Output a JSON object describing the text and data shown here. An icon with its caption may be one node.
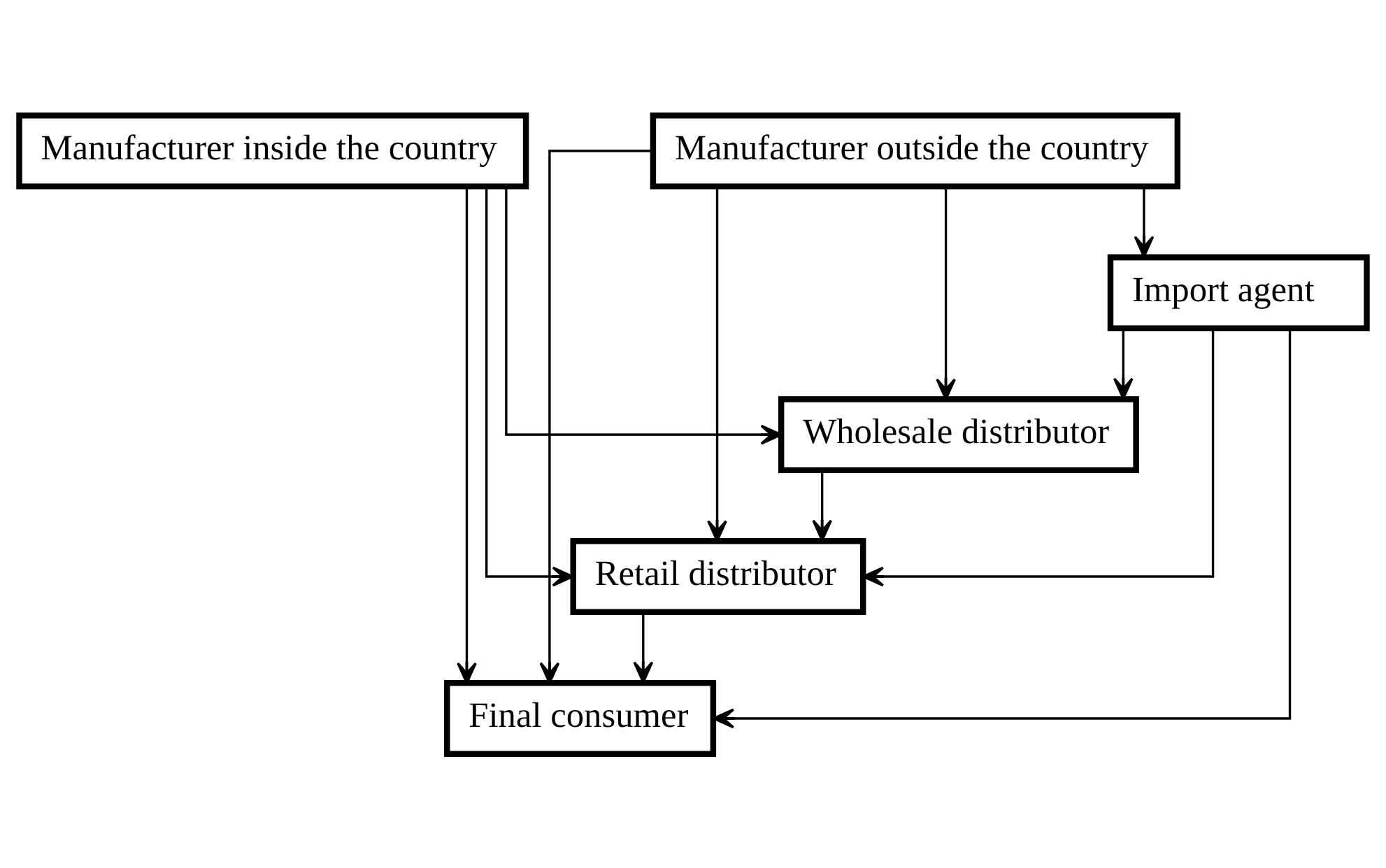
{
  "diagram": {
    "nodes": [
      {
        "text": [
          "Manufacturer inside the country"
        ]
      },
      {
        "text": [
          "Manufacturer outside the country"
        ]
      },
      {
        "text": [
          "Import agent"
        ]
      },
      {
        "text": [
          "Wholesale distributor"
        ]
      },
      {
        "text": [
          "Retail distributor"
        ]
      },
      {
        "text": [
          "Final consumer"
        ]
      }
    ],
    "edges": [
      {
        "from": 1,
        "to": 2,
        "arrow": "to"
      },
      {
        "from": 1,
        "to": 3,
        "arrow": "to"
      },
      {
        "from": 0,
        "to": 3,
        "arrow": "to"
      },
      {
        "from": 2,
        "to": 3,
        "arrow": "to"
      },
      {
        "from": 3,
        "to": 4,
        "arrow": "to"
      },
      {
        "from": 0,
        "to": 4,
        "arrow": "to"
      },
      {
        "from": 1,
        "to": 4,
        "arrow": "to"
      },
      {
        "from": 2,
        "to": 4,
        "arrow": "to"
      },
      {
        "from": 4,
        "to": 5,
        "arrow": "to"
      },
      {
        "from": 0,
        "to": 5,
        "arrow": "to"
      },
      {
        "from": 1,
        "to": 5,
        "arrow": "to"
      },
      {
        "from": 2,
        "to": 5,
        "arrow": "to"
      }
    ]
  }
}
